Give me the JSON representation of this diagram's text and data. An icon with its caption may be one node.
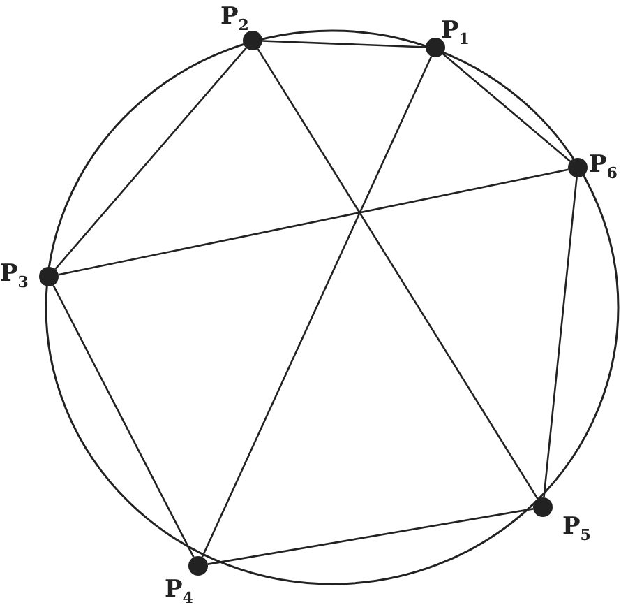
{
  "diagram": {
    "nodes": [
      {
        "text": [],
        "shape": "circle",
        "beside": [
          "P$_{1}$"
        ]
      },
      {
        "text": [],
        "shape": "circle",
        "beside": [
          "P$_{2}$"
        ]
      },
      {
        "text": [],
        "shape": "circle",
        "beside": [
          "P$_{3}$"
        ]
      },
      {
        "text": [],
        "shape": "circle",
        "beside": [
          "P$_{4}$"
        ]
      },
      {
        "text": [],
        "shape": "circle",
        "beside": [
          "P$_{5}$"
        ]
      },
      {
        "text": [],
        "shape": "circle",
        "beside": [
          "P$_{6}$"
        ]
      }
    ],
    "edges": [
      {
        "from": 0,
        "to": 1,
        "arrow": "none"
      },
      {
        "from": 1,
        "to": 2,
        "arrow": "none"
      },
      {
        "from": 2,
        "to": 3,
        "arrow": "none"
      },
      {
        "from": 3,
        "to": 4,
        "arrow": "none"
      },
      {
        "from": 4,
        "to": 5,
        "arrow": "none"
      },
      {
        "from": 5,
        "to": 0,
        "arrow": "none"
      },
      {
        "from": 0,
        "to": 3,
        "arrow": "none"
      },
      {
        "from": 1,
        "to": 4,
        "arrow": "none"
      },
      {
        "from": 2,
        "to": 5,
        "arrow": "none"
      }
    ]
  }
}
